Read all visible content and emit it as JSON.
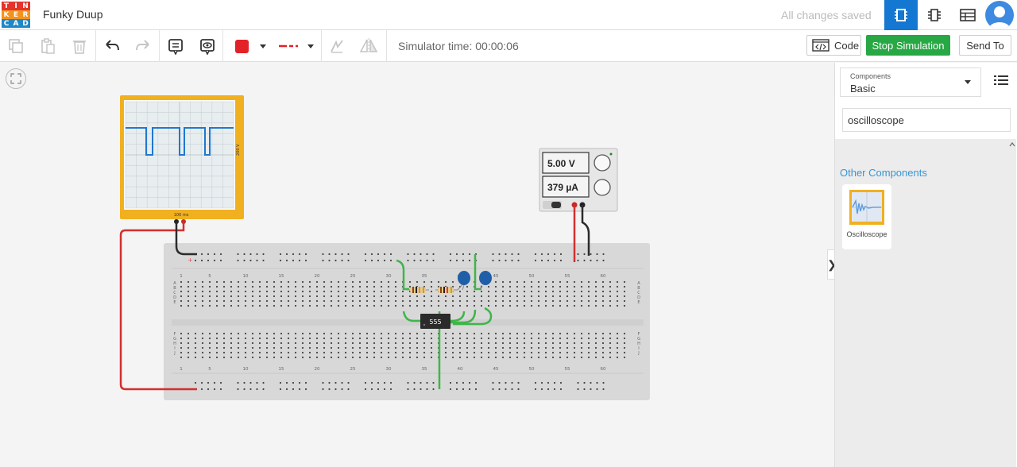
{
  "app": {
    "logo_letters": [
      "T",
      "I",
      "N",
      "K",
      "E",
      "R",
      "C",
      "A",
      "D"
    ],
    "logo_colors": [
      "#e3352b",
      "#e3352b",
      "#e3352b",
      "#f29320",
      "#f29320",
      "#f29320",
      "#1e88c9",
      "#1e88c9",
      "#1e88c9"
    ],
    "project_name": "Funky Duup",
    "save_status": "All changes saved"
  },
  "toolbar": {
    "simulator_time": "Simulator time: 00:00:06",
    "code_label": "Code",
    "stop_label": "Stop Simulation",
    "send_label": "Send To",
    "wire_color": "#e32128"
  },
  "sidebar": {
    "components_small": "Components",
    "components_value": "Basic",
    "search_value": "oscilloscope",
    "section_title": "Other Components",
    "results": [
      {
        "label": "Oscilloscope",
        "icon": "oscilloscope-icon"
      }
    ]
  },
  "circuit": {
    "oscilloscope": {
      "scale_label": "200 V",
      "time_label": "100 ms"
    },
    "power_supply": {
      "voltage": "5.00 V",
      "current": "379 µA"
    },
    "chip_label": "555",
    "column_numbers": [
      "1",
      "5",
      "10",
      "15",
      "20",
      "25",
      "30",
      "35",
      "40",
      "45",
      "50",
      "55",
      "60"
    ],
    "row_letters_top": [
      "A",
      "B",
      "C",
      "D",
      "E"
    ],
    "row_letters_bottom": [
      "F",
      "G",
      "H",
      "I",
      "J"
    ]
  },
  "colors": {
    "accent": "#1477d1",
    "stop_green": "#27a844",
    "link_blue": "#3896d3",
    "scope_frame": "#f0b020",
    "wire_red": "#d32f2f",
    "wire_green": "#3fb54a",
    "wire_black": "#2b2b2b"
  }
}
